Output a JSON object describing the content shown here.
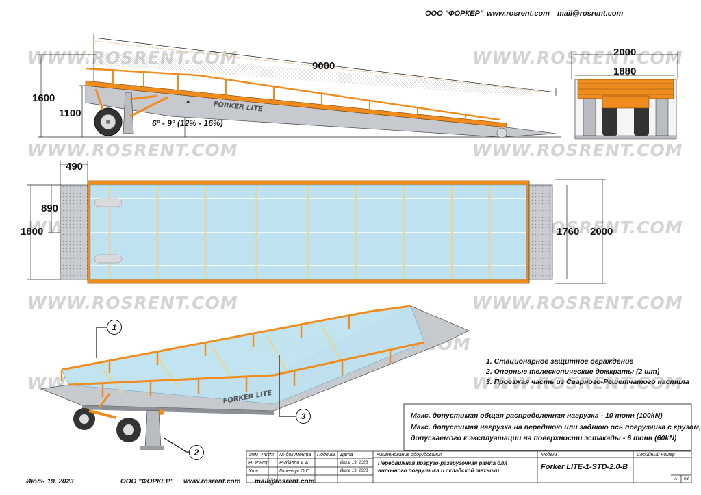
{
  "header": {
    "company": "ООО \"ФОРКЕР\"",
    "site": "www.rosrent.com",
    "email": "mail@rosrent.com"
  },
  "watermark": "WWW.ROSRENT.COM",
  "side_view": {
    "length": "9000",
    "height_max": "1600",
    "height_mid": "1100",
    "angle": "6° - 9° (12% - 16%)",
    "deck_brand": "FORKER LITE"
  },
  "end_view": {
    "width_outer": "2000",
    "width_inner": "1880"
  },
  "plan_view": {
    "platform_len": "490",
    "track_width": "890",
    "width_left": "1800",
    "width_right_inner": "1760",
    "width_right_outer": "2000"
  },
  "callouts": [
    "1",
    "2",
    "3"
  ],
  "legend": [
    "1. Стационарное защитное ограждение",
    "2. Опорные телескопические домкраты (2 шт)",
    "3. Проезжая часть из Сварного-Решетчатого настила"
  ],
  "specs": [
    "Макс. допустимая общая распределенная нагрузка - 10 тонн (100kN)",
    "Макс. допустимая нагрузка на переднюю или заднюю ось погрузчика с грузом,",
    "допускаемого к эксплуатации на поверхности эстакады - 6 тонн (60kN)"
  ],
  "title_block": {
    "col_headers": [
      "Изм",
      "Лист",
      "№ документа",
      "Подпись",
      "Дата"
    ],
    "rows": [
      {
        "role": "Н. контр.",
        "name": "Рыбалов А.А.",
        "date": "Июль 19, 2023"
      },
      {
        "role": "Утв.",
        "name": "Голенчук О.Г.",
        "date": "Июль 19, 2023"
      }
    ],
    "equipment_label": "Наименование оборудования",
    "equipment_name_1": "Передвижная погрузо-разгрузочная рампа для",
    "equipment_name_2": "вилочного погрузчика и складской техники",
    "model_label": "Модель",
    "model_value": "Forker LITE-1-STD-2.0-B",
    "serial_label": "Серийный номер",
    "format": "A",
    "sheet": "03"
  },
  "footer": {
    "date": "Июль 19, 2023",
    "company": "ООО \"ФОРКЕР\"",
    "site": "www.rosrent.com",
    "email": "mail@rosrent.com"
  },
  "colors": {
    "accent": "#f08c1e",
    "deck": "#bfe2f0",
    "steel": "#b9bcc0"
  }
}
